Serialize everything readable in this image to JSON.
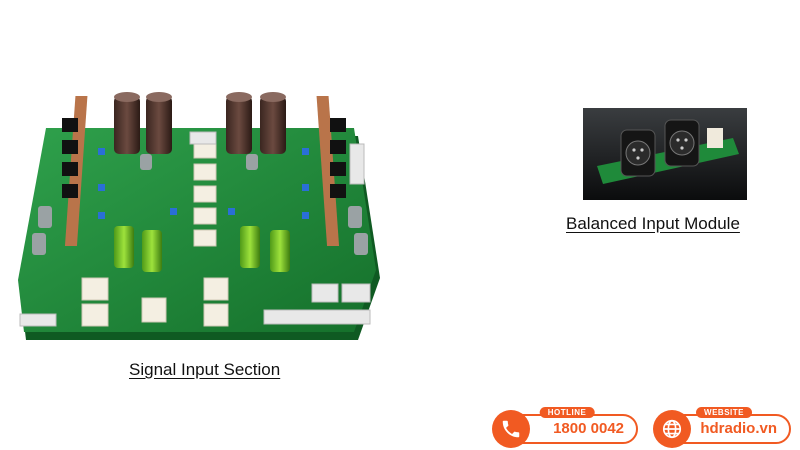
{
  "captions": {
    "signal_input": "Signal Input Section",
    "balanced_input": "Balanced Input Module"
  },
  "contact": {
    "hotline_label": "HOTLINE",
    "hotline_value": "1800 0042",
    "website_label": "WEBSITE",
    "website_value": "hdradio.vn"
  },
  "colors": {
    "accent": "#f15a22",
    "pcb_green": "#1f8a3a",
    "background": "#ffffff"
  },
  "icons": {
    "hotline": "phone-icon",
    "website": "globe-icon"
  }
}
